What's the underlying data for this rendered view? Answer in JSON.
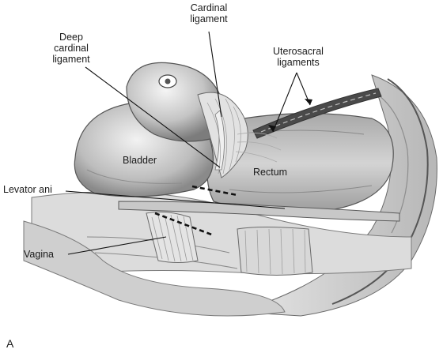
{
  "figure": {
    "panel_letter": "A",
    "labels": {
      "deep_cardinal_ligament": [
        "Deep",
        "cardinal",
        "ligament"
      ],
      "cardinal_ligament": [
        "Cardinal",
        "ligament"
      ],
      "uterosacral_ligaments": [
        "Uterosacral",
        "ligaments"
      ],
      "bladder": "Bladder",
      "rectum": "Rectum",
      "levator_ani": "Levator ani",
      "vagina": "Vagina"
    }
  }
}
